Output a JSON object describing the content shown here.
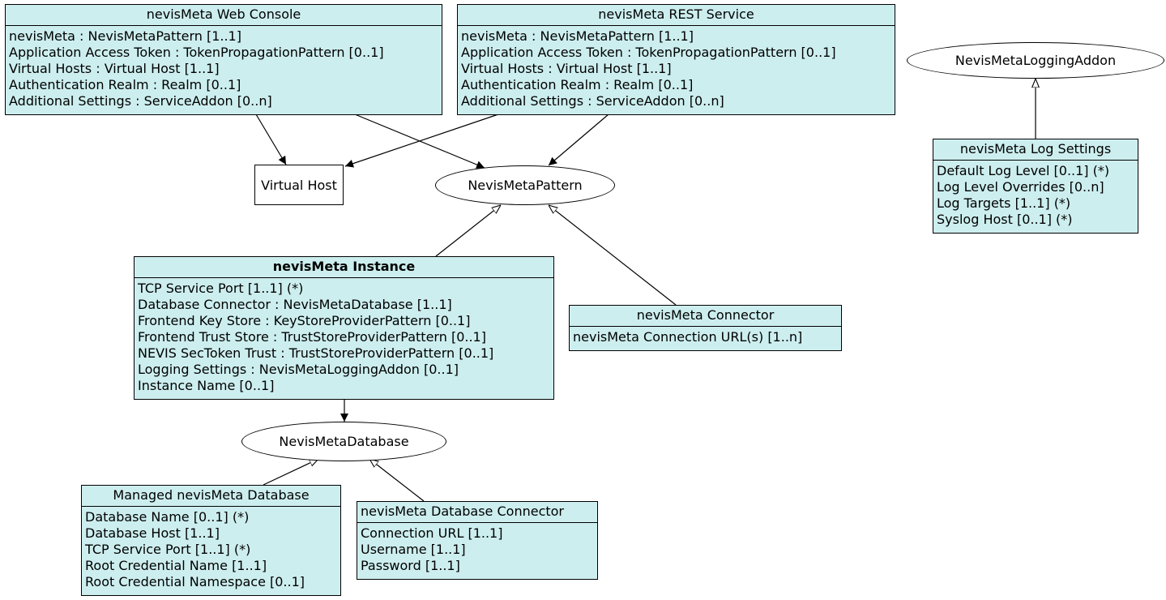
{
  "web_console": {
    "title": "nevisMeta Web Console",
    "attributes": [
      "nevisMeta : NevisMetaPattern [1..1]",
      "Application Access Token : TokenPropagationPattern [0..1]",
      "Virtual Hosts : Virtual Host [1..1]",
      "Authentication Realm : Realm [0..1]",
      "Additional Settings : ServiceAddon [0..n]"
    ]
  },
  "rest_service": {
    "title": "nevisMeta REST Service",
    "attributes": [
      "nevisMeta : NevisMetaPattern [1..1]",
      "Application Access Token : TokenPropagationPattern [0..1]",
      "Virtual Hosts : Virtual Host [1..1]",
      "Authentication Realm : Realm [0..1]",
      "Additional Settings : ServiceAddon [0..n]"
    ]
  },
  "logging_addon": {
    "label": "NevisMetaLoggingAddon"
  },
  "log_settings": {
    "title": "nevisMeta Log Settings",
    "attributes": [
      "Default Log Level [0..1] (*)",
      "Log Level Overrides [0..n]",
      "Log Targets [1..1] (*)",
      "Syslog Host [0..1] (*)"
    ]
  },
  "virtual_host": {
    "label": "Virtual Host"
  },
  "pattern": {
    "label": "NevisMetaPattern"
  },
  "instance": {
    "title": "nevisMeta Instance",
    "attributes": [
      "TCP Service Port [1..1] (*)",
      "Database Connector : NevisMetaDatabase [1..1]",
      "Frontend Key Store : KeyStoreProviderPattern [0..1]",
      "Frontend Trust Store : TrustStoreProviderPattern [0..1]",
      "NEVIS SecToken Trust : TrustStoreProviderPattern [0..1]",
      "Logging Settings : NevisMetaLoggingAddon [0..1]",
      "Instance Name [0..1]"
    ]
  },
  "connector": {
    "title": "nevisMeta Connector",
    "attributes": [
      "nevisMeta Connection URL(s) [1..n]"
    ]
  },
  "database": {
    "label": "NevisMetaDatabase"
  },
  "managed_db": {
    "title": "Managed nevisMeta Database",
    "attributes": [
      "Database Name [0..1] (*)",
      "Database Host [1..1]",
      "TCP Service Port [1..1] (*)",
      "Root Credential Name [1..1]",
      "Root Credential Namespace [0..1]"
    ]
  },
  "db_connector": {
    "title": "nevisMeta Database Connector",
    "attributes": [
      "Connection URL [1..1]",
      "Username [1..1]",
      "Password [1..1]"
    ]
  },
  "colors": {
    "node_fill": "#cdeeef",
    "stroke": "#000000",
    "background": "#ffffff"
  }
}
